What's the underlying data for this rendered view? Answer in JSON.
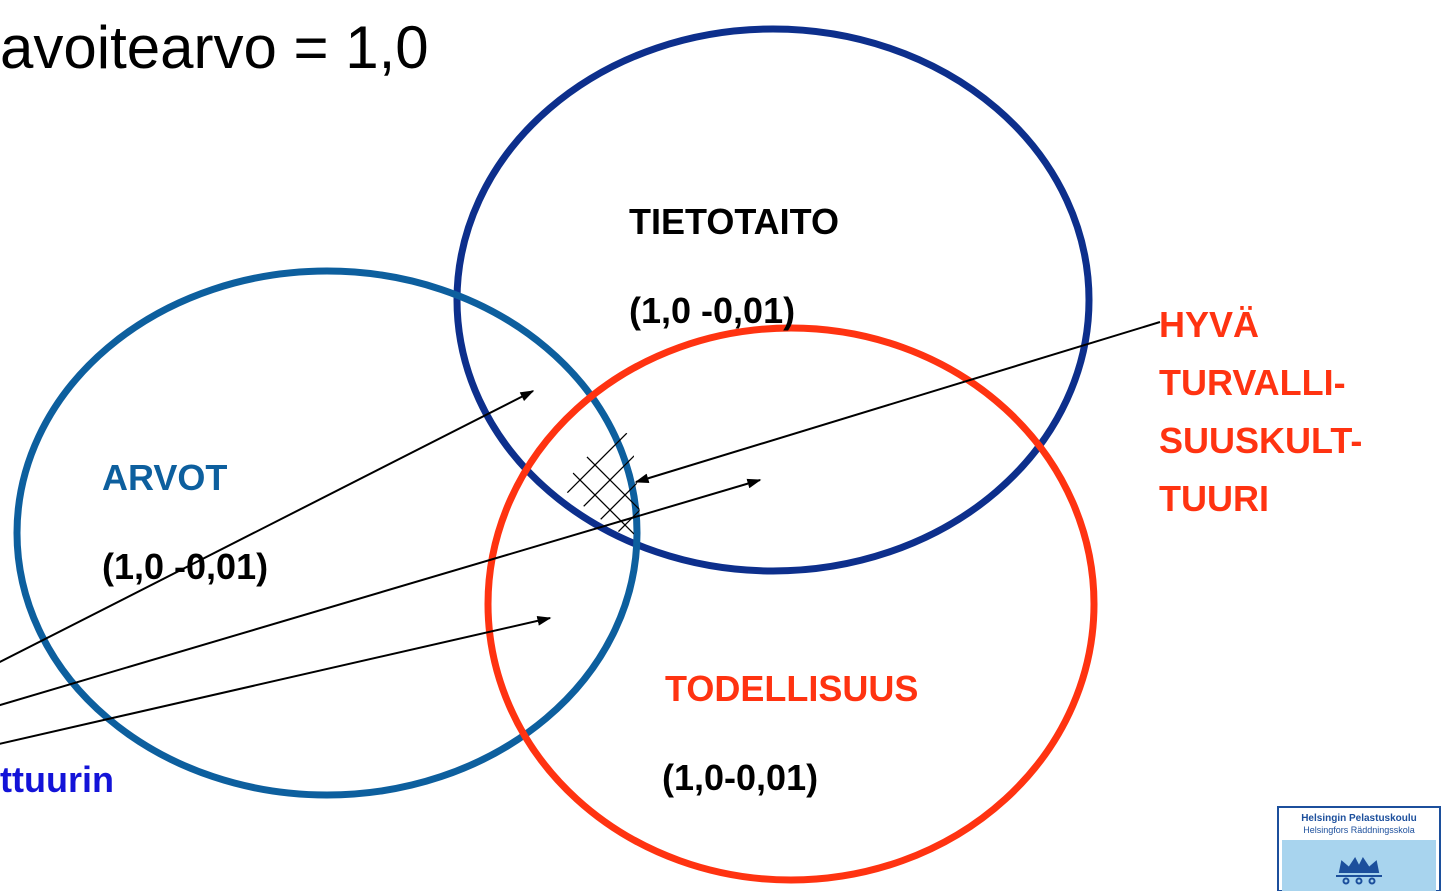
{
  "title": "avoitearvo = 1,0",
  "circles": {
    "tietotaito": {
      "label": "TIETOTAITO",
      "range": "(1,0 -0,01)",
      "color": "#0d2f8c",
      "text_color": "#000000"
    },
    "arvot": {
      "label": "ARVOT",
      "range": "(1,0 -0,01)",
      "color": "#0d5f9e",
      "text_color": "#0d5f9e",
      "range_color": "#000000"
    },
    "todellisuus": {
      "label": "TODELLISUUS",
      "range": "(1,0-0,01)",
      "color": "#ff3311",
      "text_color": "#ff3311",
      "range_color": "#000000"
    }
  },
  "result_label": {
    "lines": [
      "HYVÄ",
      "TURVALLI-",
      "SUUSKULT-",
      "TUURI"
    ],
    "color": "#ff3311"
  },
  "bottom_left_label": {
    "text": "ttuurin",
    "color": "#1313d8"
  },
  "logo": {
    "line1": "Helsingin Pelastuskoulu",
    "line2": "Helsingfors Räddningsskola",
    "shield_color": "#a8d4ee",
    "crown_color": "#1c4f9c"
  }
}
